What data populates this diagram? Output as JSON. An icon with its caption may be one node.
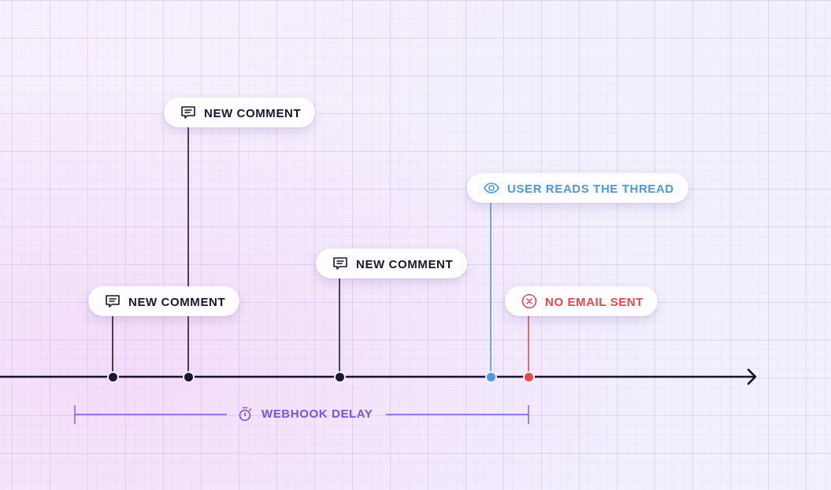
{
  "diagram": {
    "nodes": [
      {
        "text": [
          "NEW COMMENT"
        ]
      },
      {
        "text": [
          "USER READS THE THREAD"
        ]
      },
      {
        "text": [
          "NEW COMMENT"
        ]
      },
      {
        "text": [
          "NEW COMMENT"
        ]
      },
      {
        "text": [
          "NO EMAIL SENT"
        ]
      },
      {
        "text": [],
        "shape": "circle"
      },
      {
        "text": [],
        "shape": "circle"
      },
      {
        "text": [],
        "shape": "circle"
      },
      {
        "text": [],
        "shape": "circle"
      },
      {
        "text": [],
        "shape": "circle"
      }
    ],
    "edges": [
      {
        "from": 3,
        "to": 5,
        "arrow": "none"
      },
      {
        "from": 0,
        "to": 6,
        "arrow": "none"
      },
      {
        "from": 2,
        "to": 7,
        "arrow": "none"
      },
      {
        "from": 1,
        "to": 8,
        "arrow": "none",
        "color": "#4a9be3"
      },
      {
        "from": 4,
        "to": 9,
        "arrow": "none",
        "color": "#e5484d"
      }
    ],
    "labels": [
      "WEBHOOK DELAY"
    ]
  }
}
